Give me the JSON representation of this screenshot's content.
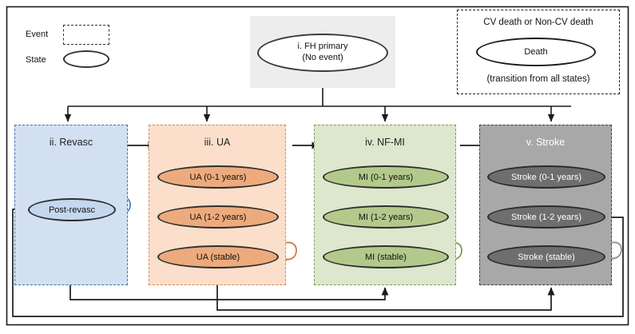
{
  "figure": {
    "type": "state-transition-diagram",
    "title": "Markov state transition model for FH primary prevention"
  },
  "legend": {
    "event_label": "Event",
    "state_label": "State",
    "event_shape": "dashed-rectangle",
    "state_shape": "ellipse"
  },
  "start": {
    "box_name": "fh-primary-box",
    "node_label_line1": "i. FH primary",
    "node_label_line2": "(No event)",
    "node_label": "i. FH primary\n(No event)",
    "self_loop": true,
    "box_fill": "#ededed",
    "node_fill": "#ffffff",
    "node_stroke": "#3a3a3a"
  },
  "death": {
    "header": "CV death or Non-CV death",
    "node_label": "Death",
    "footer": "(transition from all states)",
    "self_loop": true,
    "border": "#222222",
    "node_fill": "#ffffff"
  },
  "groups": [
    {
      "id": "revasc",
      "title": "ii. Revasc",
      "fill": "#d3e0f2",
      "border": "#4472a8",
      "title_color": "#222222",
      "node_fill": "#c3d8ee",
      "node_stroke": "#2f2f2f",
      "node_text": "#111111",
      "arrow_color": "#4a86c8",
      "nodes": [
        {
          "label": "Post-revasc",
          "self_loop": true
        }
      ]
    },
    {
      "id": "ua",
      "title": "iii. UA",
      "fill": "#fbdfcb",
      "border": "#d98a4f",
      "title_color": "#222222",
      "node_fill": "#edab7d",
      "node_stroke": "#2f2f2f",
      "node_text": "#111111",
      "arrow_color": "#d2793d",
      "nodes": [
        {
          "label": "UA (0-1 years)",
          "self_loop": false
        },
        {
          "label": "UA (1-2 years)",
          "self_loop": false
        },
        {
          "label": "UA (stable)",
          "self_loop": true
        }
      ]
    },
    {
      "id": "nfmi",
      "title": "iv. NF-MI",
      "fill": "#dde7cd",
      "border": "#7d9b59",
      "title_color": "#222222",
      "node_fill": "#b3c98c",
      "node_stroke": "#2f2f2f",
      "node_text": "#111111",
      "arrow_color": "#7e9956",
      "nodes": [
        {
          "label": "MI (0-1 years)",
          "self_loop": false
        },
        {
          "label": "MI (1-2 years)",
          "self_loop": false
        },
        {
          "label": "MI (stable)",
          "self_loop": true
        }
      ]
    },
    {
      "id": "stroke",
      "title": "v. Stroke",
      "fill": "#a8a8a8",
      "border": "#3f3f3f",
      "title_color": "#ffffff",
      "node_fill": "#6e6e6e",
      "node_stroke": "#2a2a2a",
      "node_text": "#ffffff",
      "arrow_color": "#8f8f8f",
      "nodes": [
        {
          "label": "Stroke (0-1 years)",
          "self_loop": false
        },
        {
          "label": "Stroke (1-2 years)",
          "self_loop": false
        },
        {
          "label": "Stroke (stable)",
          "self_loop": true
        }
      ]
    }
  ],
  "transitions": [
    {
      "from": "i. FH primary",
      "to": "ii. Revasc"
    },
    {
      "from": "i. FH primary",
      "to": "iii. UA"
    },
    {
      "from": "i. FH primary",
      "to": "iv. NF-MI"
    },
    {
      "from": "i. FH primary",
      "to": "v. Stroke"
    },
    {
      "from": "ii. Revasc",
      "to": "iii. UA"
    },
    {
      "from": "iii. UA",
      "to": "iv. NF-MI"
    },
    {
      "from": "iv. NF-MI",
      "to": "v. Stroke"
    },
    {
      "from": "ii. Revasc",
      "to": "iv. NF-MI"
    },
    {
      "from": "iii. UA",
      "to": "v. Stroke"
    },
    {
      "from": "v. Stroke",
      "to": "ii. Revasc"
    }
  ]
}
